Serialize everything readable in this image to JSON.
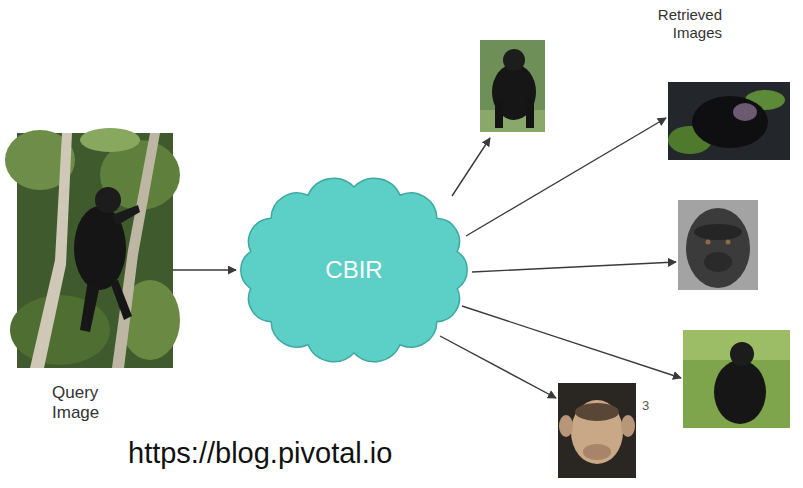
{
  "diagram": {
    "nodes": [
      {
        "text": [
          "Query Image"
        ]
      },
      {
        "text": [
          "CBIR"
        ]
      }
    ],
    "edges": [
      {
        "from": 0,
        "to": 1,
        "arrow": "to"
      }
    ],
    "labels": [
      "Retrieved Images",
      "3",
      "https://blog.pivotal.io"
    ]
  }
}
